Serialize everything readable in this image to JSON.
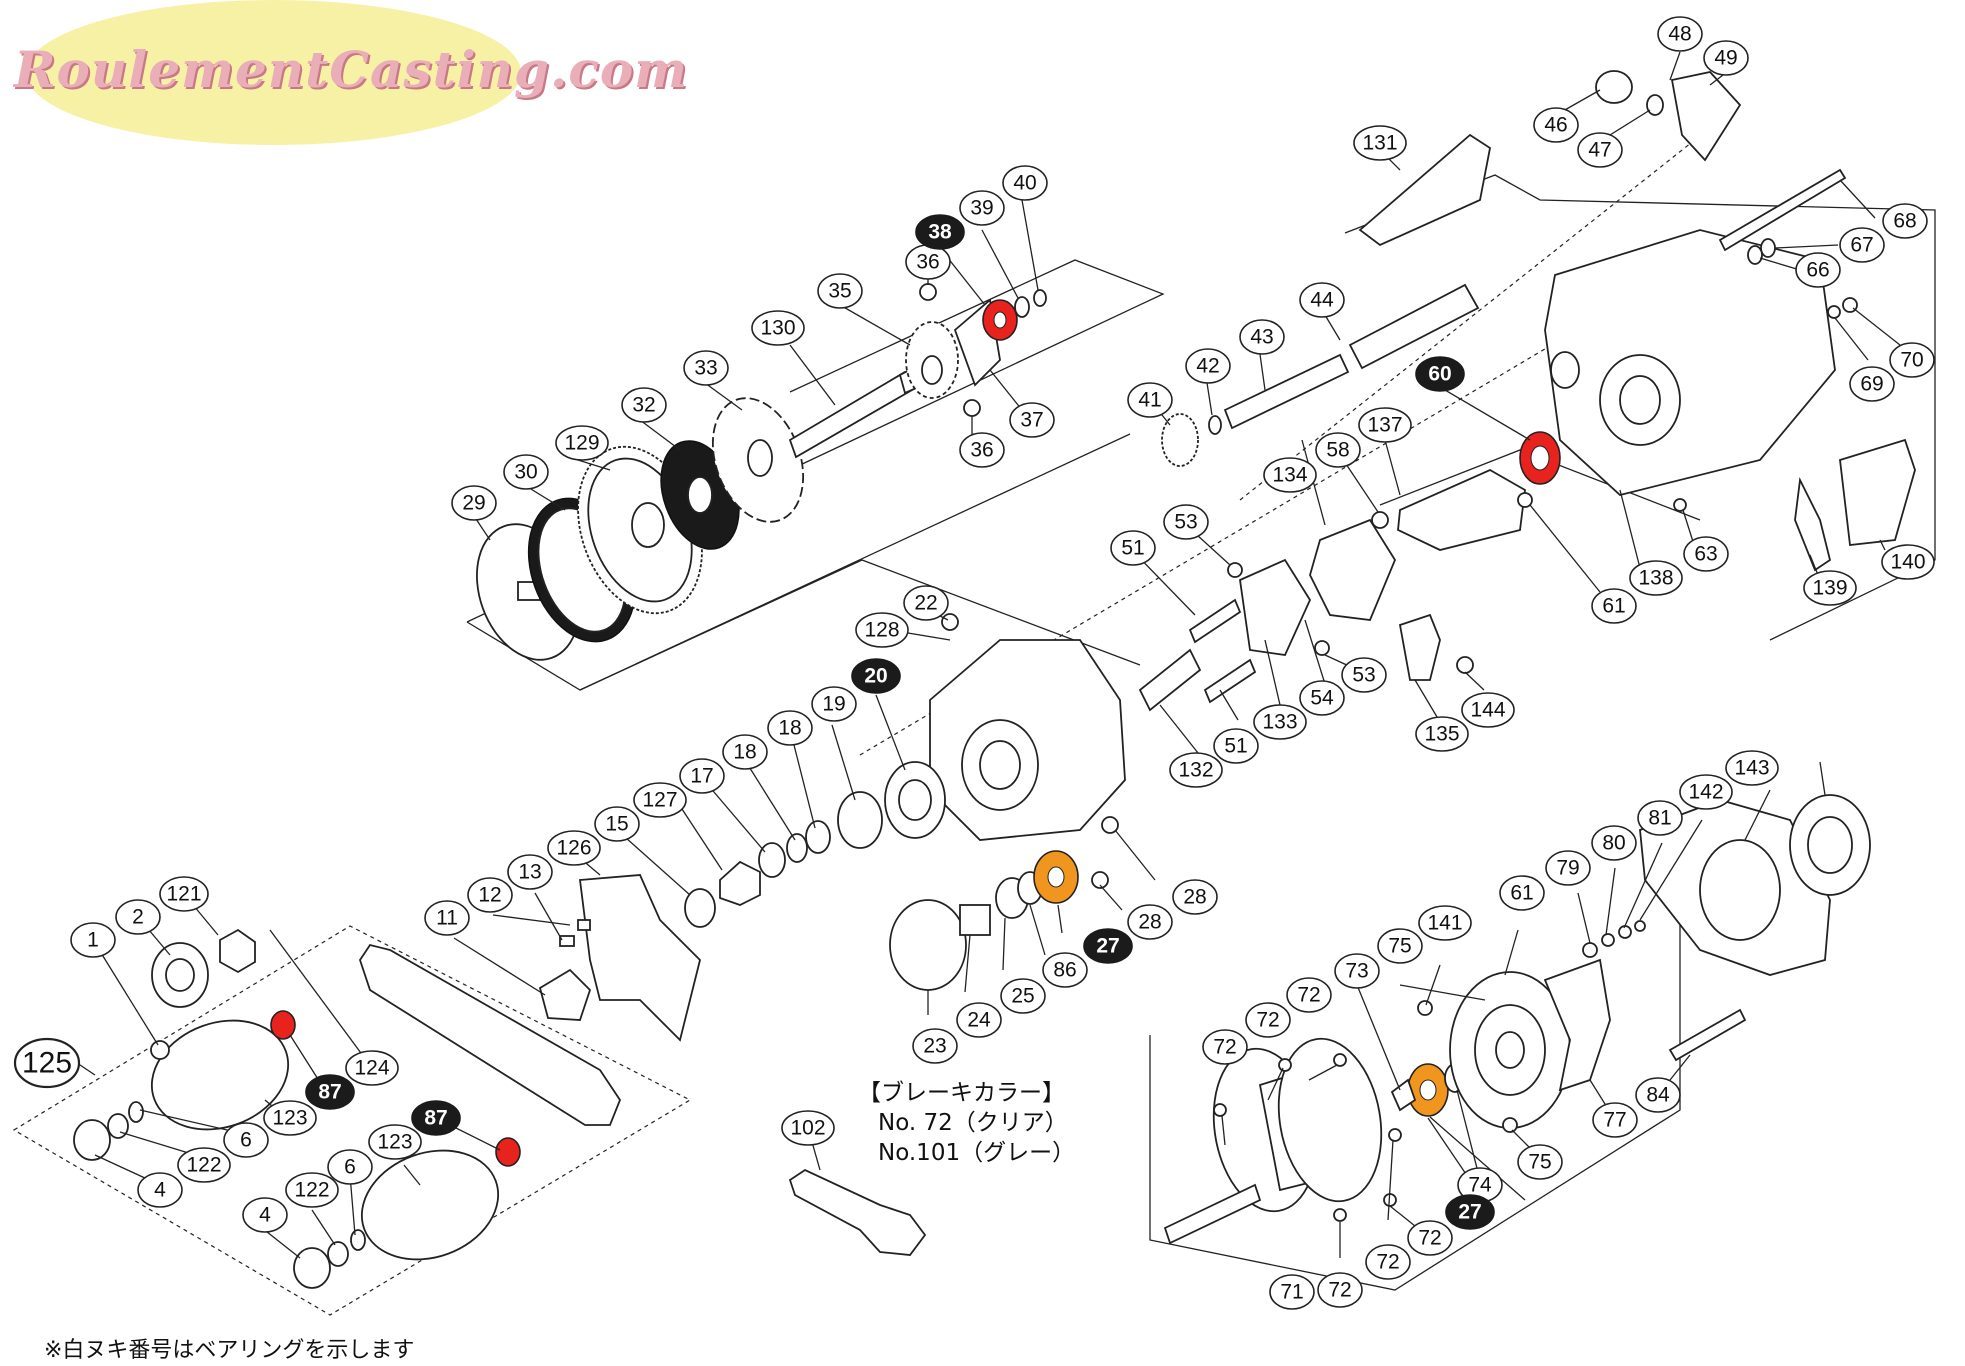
{
  "logo": {
    "text": "RoulementCasting.com",
    "colors": {
      "ellipse": "#f7f1a6",
      "text": "#e9aeb8"
    }
  },
  "brake_note": {
    "title": "【ブレーキカラー】",
    "line1": "No. 72（クリア）",
    "line2": "No.101（グレー）"
  },
  "footnote": "※白ヌキ番号はベアリングを示します",
  "bearing_colors": {
    "red": "#e8231e",
    "orange": "#f0961e"
  },
  "callouts": {
    "c1": "1",
    "c2": "2",
    "c4a": "4",
    "c4b": "4",
    "c6a": "6",
    "c6b": "6",
    "c11": "11",
    "c12": "12",
    "c13": "13",
    "c15": "15",
    "c17": "17",
    "c18a": "18",
    "c18b": "18",
    "c19": "19",
    "c20": "20",
    "c22": "22",
    "c23": "23",
    "c24": "24",
    "c25": "25",
    "c27a": "27",
    "c27b": "27",
    "c28a": "28",
    "c28b": "28",
    "c29": "29",
    "c30": "30",
    "c32": "32",
    "c33": "33",
    "c35": "35",
    "c36a": "36",
    "c36b": "36",
    "c37": "37",
    "c38": "38",
    "c39": "39",
    "c40": "40",
    "c41": "41",
    "c42": "42",
    "c43": "43",
    "c44": "44",
    "c46": "46",
    "c47": "47",
    "c48": "48",
    "c49": "49",
    "c51a": "51",
    "c51b": "51",
    "c53a": "53",
    "c53b": "53",
    "c54": "54",
    "c58": "58",
    "c60": "60",
    "c61a": "61",
    "c61b": "61",
    "c63": "63",
    "c66": "66",
    "c67": "67",
    "c68": "68",
    "c69": "69",
    "c70": "70",
    "c71": "71",
    "c72a": "72",
    "c72b": "72",
    "c72c": "72",
    "c72d": "72",
    "c72e": "72",
    "c72f": "72",
    "c73": "73",
    "c74": "74",
    "c75a": "75",
    "c75b": "75",
    "c77": "77",
    "c79": "79",
    "c80": "80",
    "c81": "81",
    "c84": "84",
    "c86": "86",
    "c87a": "87",
    "c87b": "87",
    "c102": "102",
    "c121": "121",
    "c122a": "122",
    "c122b": "122",
    "c123a": "123",
    "c123b": "123",
    "c124": "124",
    "c125": "125",
    "c126": "126",
    "c127": "127",
    "c128": "128",
    "c129": "129",
    "c130": "130",
    "c131": "131",
    "c132": "132",
    "c133": "133",
    "c134": "134",
    "c135": "135",
    "c137": "137",
    "c138": "138",
    "c139": "139",
    "c140": "140",
    "c141": "141",
    "c142": "142",
    "c143": "143",
    "c144": "144"
  }
}
